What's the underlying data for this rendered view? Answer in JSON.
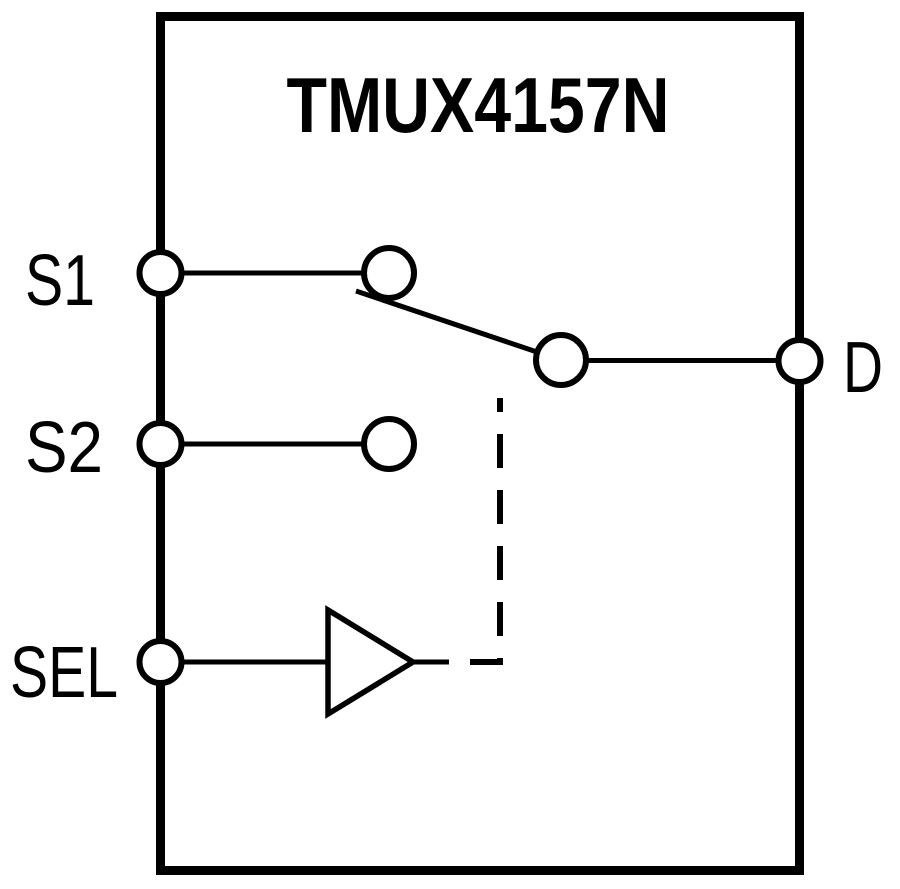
{
  "diagram": {
    "title": "TMUX4157N",
    "pin_labels": {
      "s1": "S1",
      "s2": "S2",
      "sel": "SEL",
      "d": "D"
    },
    "colors": {
      "line": "#000000",
      "background": "#ffffff"
    }
  }
}
